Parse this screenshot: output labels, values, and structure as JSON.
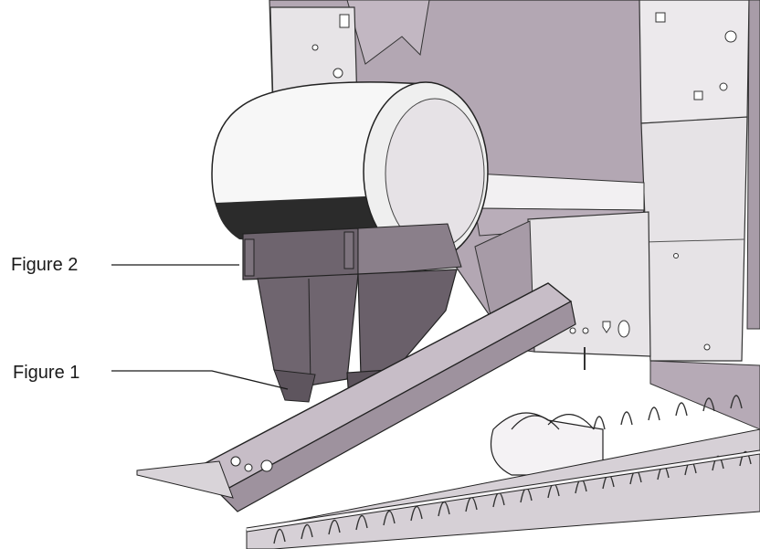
{
  "callouts": [
    {
      "id": "figure-2",
      "label": "Figure 2"
    },
    {
      "id": "figure-1",
      "label": "Figure 1"
    }
  ],
  "colors": {
    "frame_mauve": "#b3a7b3",
    "frame_dark": "#9a8e9a",
    "panel_light": "#e4e1e4",
    "tank_white": "#f7f7f7",
    "tank_band": "#2b2b2b",
    "bracket_dark": "#6e646e",
    "outline": "#2a2a2a"
  }
}
